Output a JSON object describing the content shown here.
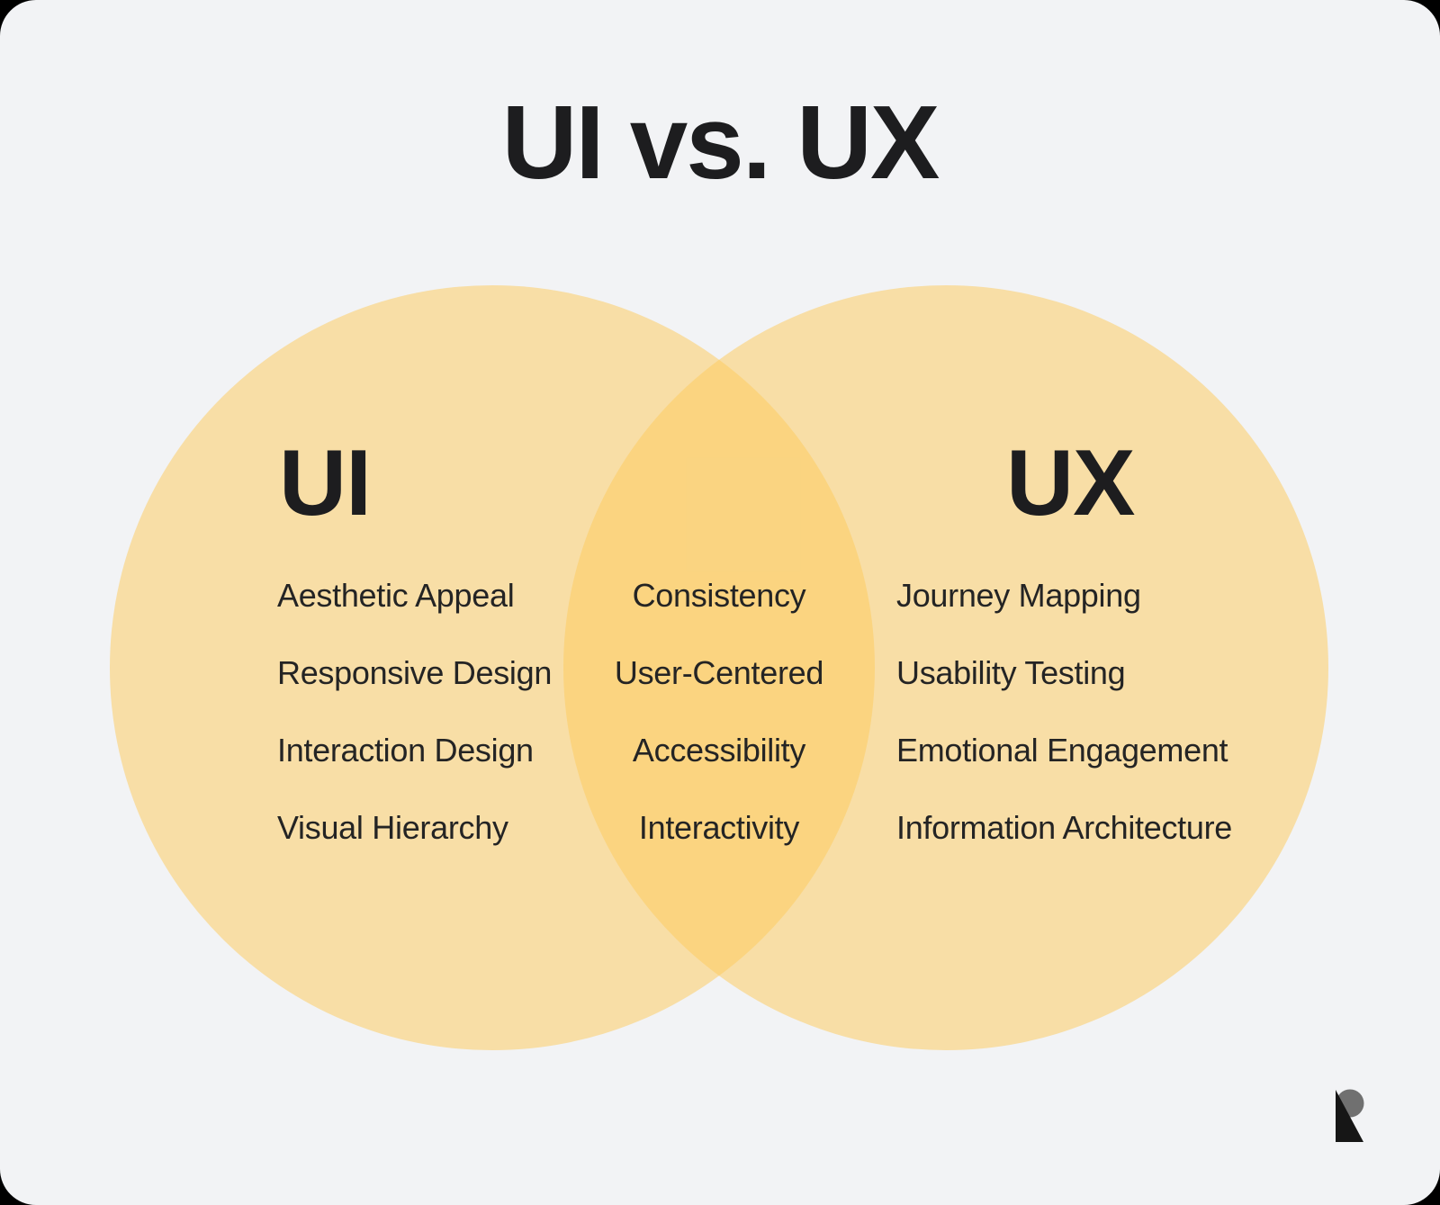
{
  "card": {
    "background_color": "#F2F3F5",
    "outside_frame_color": "#000000"
  },
  "title": "UI vs. UX",
  "venn": {
    "circle_fill_color": "#FDCB5E",
    "overlap_color": "#FBD481",
    "left_circle": {
      "heading": "UI",
      "items": [
        "Aesthetic Appeal",
        "Responsive Design",
        "Interaction Design",
        "Visual Hierarchy"
      ]
    },
    "overlap": {
      "items": [
        "Consistency",
        "User-Centered",
        "Accessibility",
        "Interactivity"
      ]
    },
    "right_circle": {
      "heading": "UX",
      "items": [
        "Journey Mapping",
        "Usability Testing",
        "Emotional Engagement",
        "Information Architecture"
      ]
    }
  },
  "logo": {
    "icon": "r-monogram-logo",
    "circle_color": "#707070",
    "triangle_color": "#161616"
  }
}
